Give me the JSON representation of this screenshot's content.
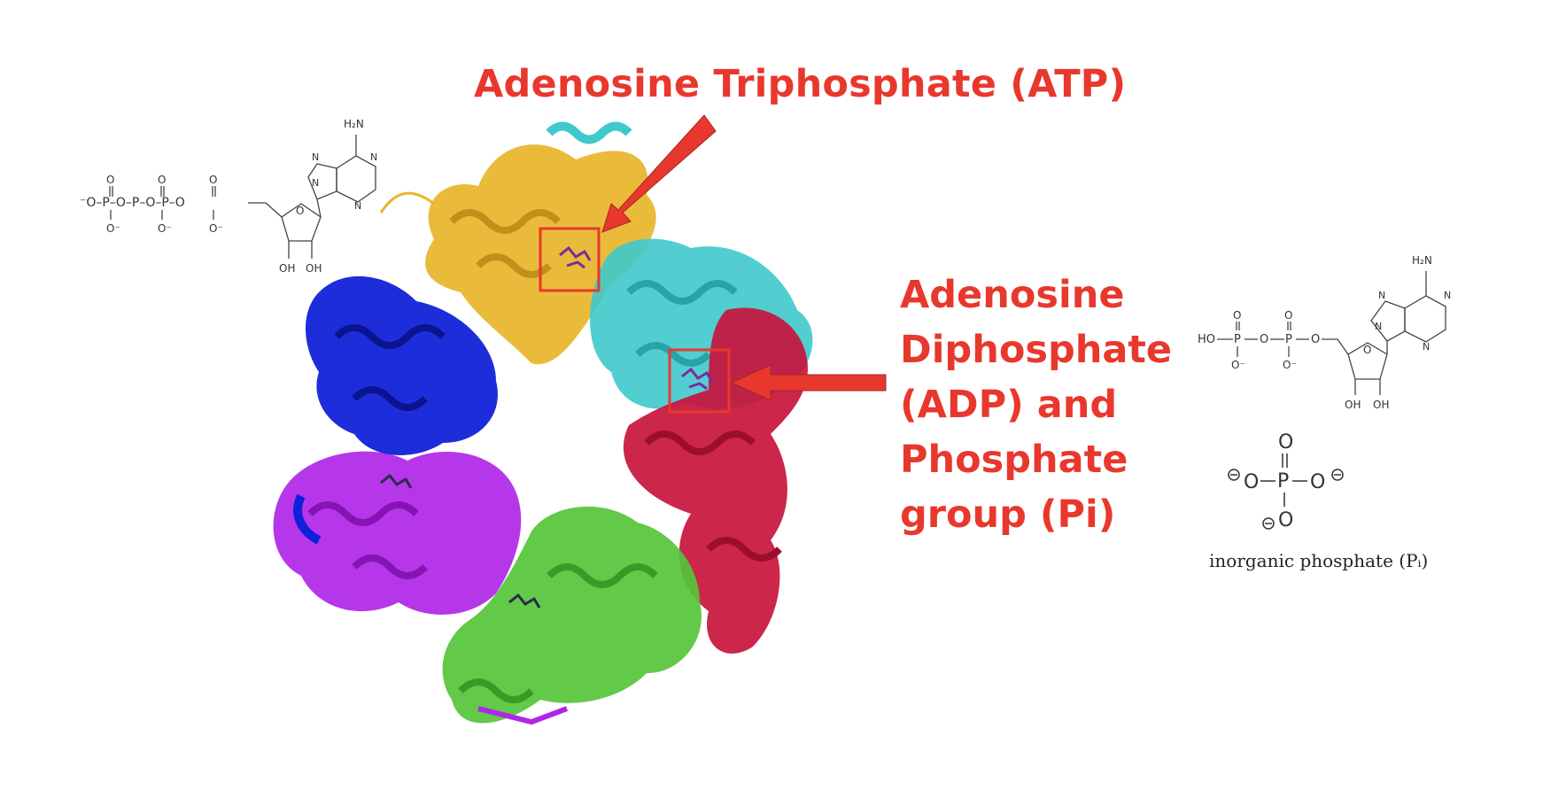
{
  "labels": {
    "atp_title": "Adenosine Triphosphate (ATP)",
    "adp_title_lines": [
      "Adenosine",
      "Diphosphate",
      "(ADP) and",
      "Phosphate",
      "group (Pi)"
    ]
  },
  "atp_structure": {
    "amine": "H₂N",
    "hydroxyls": [
      "OH",
      "OH"
    ],
    "phosphate_chain": "⁻O–P–O–P–O–P–O"
  },
  "adp_structure": {
    "amine": "H₂N",
    "start": "HO",
    "hydroxyls": [
      "OH",
      "OH"
    ]
  },
  "pi_structure": {
    "caption": "inorganic phosphate (Pᵢ)"
  },
  "colors": {
    "annotation": "#e8382d",
    "arrow": "#e8382d",
    "highlight_box": "#e8382d",
    "protein_subunits": [
      "#e8b52a",
      "#3fc9cc",
      "#c8143c",
      "#55c43a",
      "#b026e8",
      "#1020d8"
    ],
    "ligand": "#7a2b9a"
  },
  "icons": [
    "right-arrow-icon",
    "diagonal-arrow-icon"
  ]
}
